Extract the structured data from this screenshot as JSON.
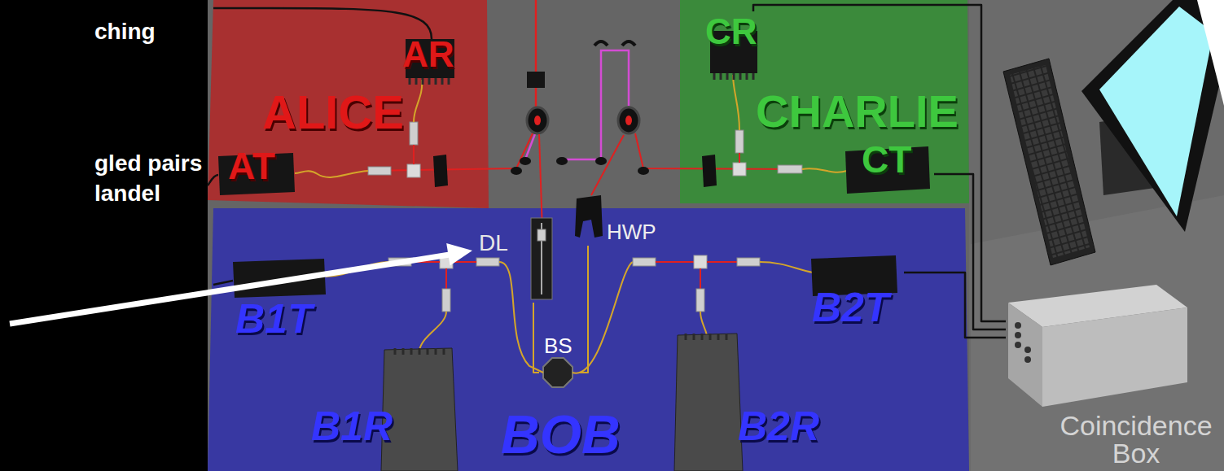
{
  "diagram": {
    "nodes": [
      {
        "text": [
          "ALICE"
        ]
      },
      {
        "text": [
          "AR"
        ],
        "in": 0
      },
      {
        "text": [
          "AT"
        ],
        "in": 0
      },
      {
        "text": [
          "CHARLIE"
        ]
      },
      {
        "text": [
          "CR"
        ],
        "in": 3
      },
      {
        "text": [
          "CT"
        ],
        "in": 3
      },
      {
        "text": [
          "BOB"
        ]
      },
      {
        "text": [
          "B1T"
        ],
        "in": 6
      },
      {
        "text": [
          "DL"
        ],
        "in": 6
      },
      {
        "text": [
          "HWP"
        ],
        "in": 6
      },
      {
        "text": [
          "B2T"
        ],
        "in": 6
      },
      {
        "text": [
          "BS"
        ],
        "in": 6
      },
      {
        "text": [
          "B1R"
        ],
        "in": 6
      },
      {
        "text": [
          "B2R"
        ],
        "in": 6
      },
      {
        "text": [
          "Coincidence Box"
        ]
      }
    ],
    "edges": [
      {
        "from": 4,
        "to": 14,
        "arrow": "none"
      },
      {
        "from": 5,
        "to": 14,
        "arrow": "none"
      },
      {
        "from": 10,
        "to": 14,
        "arrow": "none"
      },
      {
        "from": 8,
        "to": 11,
        "arrow": "none"
      },
      {
        "from": 9,
        "to": 11,
        "arrow": "none"
      }
    ],
    "labels": [
      "ching",
      "gled pairs",
      "landel"
    ]
  }
}
